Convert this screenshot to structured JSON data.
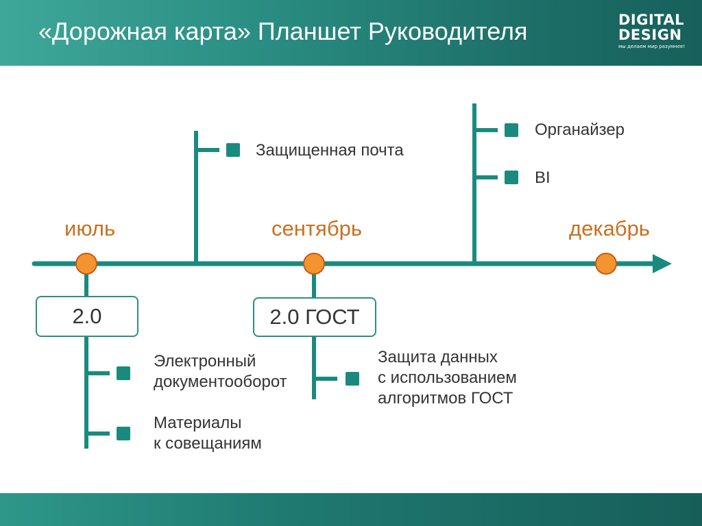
{
  "header": {
    "title": "«Дорожная карта» Планшет Руководителя",
    "logo": {
      "line1": "DIGITAL",
      "line2": "DESIGN",
      "tagline": "мы делаем мир разумнее!"
    }
  },
  "colors": {
    "teal": "#1a8a7f",
    "milestone_fill": "#f39430",
    "milestone_stroke": "#c65a16",
    "month_text": "#c8701f"
  },
  "timeline": {
    "months": {
      "july": "июль",
      "september": "сентябрь",
      "december": "декабрь"
    },
    "versions": {
      "v1": "2.0",
      "v2": "2.0 ГОСТ"
    },
    "features": {
      "secure_mail": "Защищенная почта",
      "organizer": "Органайзер",
      "bi": "BI",
      "edm": [
        "Электронный",
        "документооборот"
      ],
      "materials": [
        "Материалы",
        "к совещаниям"
      ],
      "gost": [
        "Защита данных",
        "с использованием",
        "алгоритмов ГОСТ"
      ]
    }
  }
}
